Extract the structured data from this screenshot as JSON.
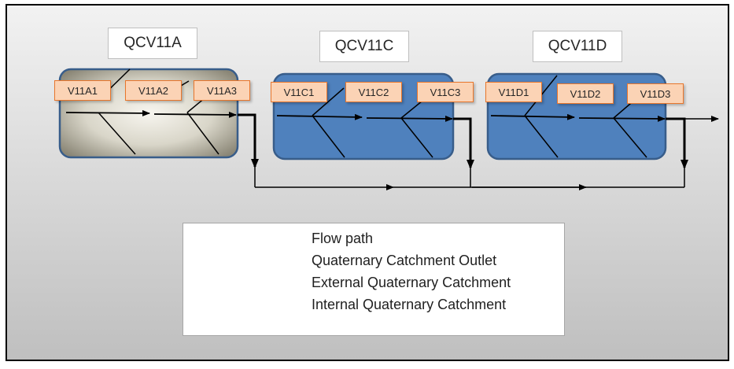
{
  "catchments": [
    {
      "id": "QCV11A",
      "type": "external",
      "subcatchments": [
        "V11A1",
        "V11A2",
        "V11A3"
      ]
    },
    {
      "id": "QCV11C",
      "type": "internal",
      "subcatchments": [
        "V11C1",
        "V11C2",
        "V11C3"
      ]
    },
    {
      "id": "QCV11D",
      "type": "internal",
      "subcatchments": [
        "V11D1",
        "V11D2",
        "V11D3"
      ]
    }
  ],
  "legend": {
    "flow_path": "Flow path",
    "outlet": "Quaternary Catchment Outlet",
    "external": "External Quaternary Catchment",
    "internal": "Internal Quaternary Catchment"
  },
  "colors": {
    "internal_fill": "#4f81bd",
    "catchment_border": "#385d8a",
    "sub_fill": "#fbd3b5",
    "sub_border": "#e8762c"
  }
}
